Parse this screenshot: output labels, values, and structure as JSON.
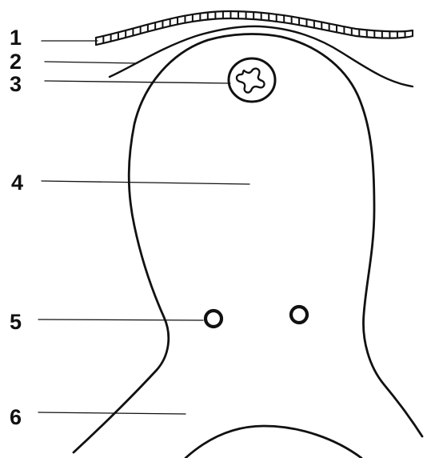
{
  "diagram": {
    "labels": [
      {
        "id": "1",
        "text": "1"
      },
      {
        "id": "2",
        "text": "2"
      },
      {
        "id": "3",
        "text": "3"
      },
      {
        "id": "4",
        "text": "4"
      },
      {
        "id": "5",
        "text": "5"
      },
      {
        "id": "6",
        "text": "6"
      }
    ],
    "colors": {
      "ink": "#111111",
      "background": "#ffffff"
    }
  }
}
